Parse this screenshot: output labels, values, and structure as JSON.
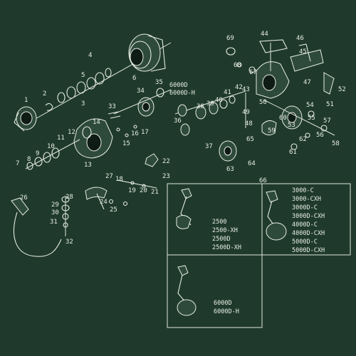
{
  "diagram": {
    "background_color": "#1f3a2c",
    "line_color": "#e6ebe4",
    "part_numbers": [
      "1",
      "2",
      "3",
      "4",
      "5",
      "6",
      "7",
      "8",
      "9",
      "10",
      "11",
      "12",
      "13",
      "14",
      "15",
      "16",
      "17",
      "18",
      "19",
      "20",
      "21",
      "22",
      "23",
      "24",
      "25",
      "26",
      "27",
      "28",
      "29",
      "30",
      "31",
      "32",
      "33",
      "34",
      "35",
      "36",
      "37",
      "38",
      "39",
      "40",
      "41",
      "42",
      "43",
      "44",
      "45",
      "46",
      "47",
      "48",
      "49",
      "50",
      "51",
      "52",
      "53",
      "54",
      "55",
      "56",
      "57",
      "58",
      "59",
      "60",
      "61",
      "62",
      "63",
      "64",
      "65",
      "66",
      "67",
      "68",
      "69"
    ],
    "model_group_6000": [
      "6000D",
      "6000D-H"
    ],
    "handle_box_a_models": [
      "2500",
      "2500-XH",
      "2500D",
      "2500D-XH"
    ],
    "handle_box_b_models": [
      "3000-C",
      "3000-CXH",
      "3000D-C",
      "3000D-CXH",
      "4000D-C",
      "4000D-CXH",
      "5000D-C",
      "5000D-CXH"
    ],
    "handle_box_c_models": [
      "6000D",
      "6000D-H"
    ]
  }
}
